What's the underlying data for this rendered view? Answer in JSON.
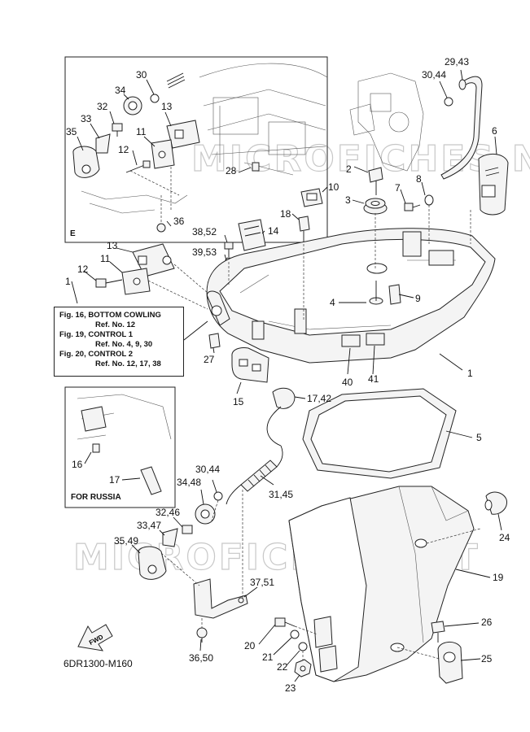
{
  "watermark": [
    "MICROFICHES.NET",
    "MICROFICHES.NET"
  ],
  "inset_top": {
    "letter": "E"
  },
  "inset_russia": {
    "caption": "FOR RUSSIA"
  },
  "reference_box": {
    "lines": [
      {
        "title": "Fig. 16, BOTTOM COWLING",
        "ref": "Ref. No. 12"
      },
      {
        "title": "Fig. 19, CONTROL 1",
        "ref": "Ref. No. 4, 9, 30"
      },
      {
        "title": "Fig. 20, CONTROL 2",
        "ref": "Ref. No. 12, 17, 38"
      }
    ]
  },
  "fwd_label": "FWD",
  "diagram_code": "6DR1300-M160",
  "callouts": {
    "c30": "30",
    "c34": "34",
    "c32": "32",
    "c13a": "13",
    "c33": "33",
    "c35": "35",
    "c11a": "11",
    "c12a": "12",
    "c28": "28",
    "c36a": "36",
    "c29_43": "29,43",
    "c30_44a": "30,44",
    "c6": "6",
    "c2": "2",
    "c8": "8",
    "c10": "10",
    "c7": "7",
    "c3": "3",
    "c18": "18",
    "c14": "14",
    "c38_52": "38,52",
    "c39_53": "39,53",
    "c13b": "13",
    "c11b": "11",
    "c12b": "12",
    "c1a": "1",
    "c4": "4",
    "c9": "9",
    "c27": "27",
    "c40": "40",
    "c41": "41",
    "c1b": "1",
    "c15": "15",
    "c17_42": "17,42",
    "c5": "5",
    "c16": "16",
    "c17b": "17",
    "c30_44b": "30,44",
    "c34_48": "34,48",
    "c31_45": "31,45",
    "c32_46": "32,46",
    "c33_47": "33,47",
    "c24": "24",
    "c35_49": "35,49",
    "c19": "19",
    "c37_51": "37,51",
    "c26": "26",
    "c20": "20",
    "c21": "21",
    "c22": "22",
    "c25": "25",
    "c36_50": "36,50",
    "c23": "23"
  }
}
